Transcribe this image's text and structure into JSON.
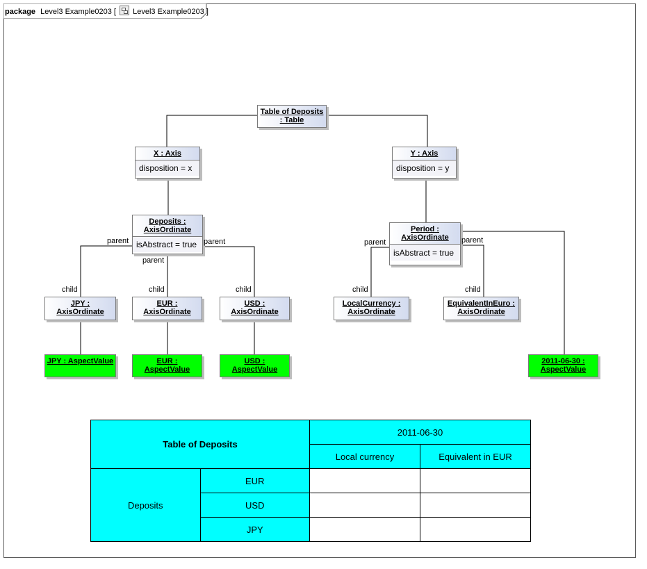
{
  "package": {
    "keyword": "package",
    "name": "Level3 Example0203",
    "bracket_open": "[",
    "diagram_name": "Level3 Example0203",
    "bracket_close": "]"
  },
  "nodes": {
    "table": {
      "title": "Table of Deposits : Table"
    },
    "x_axis": {
      "title": "X : Axis",
      "attr": "disposition = x"
    },
    "y_axis": {
      "title": "Y : Axis",
      "attr": "disposition = y"
    },
    "deposits": {
      "title": "Deposits : AxisOrdinate",
      "attr": "isAbstract = true"
    },
    "period": {
      "title": "Period : AxisOrdinate",
      "attr": "isAbstract = true"
    },
    "jpy": {
      "title": "JPY : AxisOrdinate"
    },
    "eur": {
      "title": "EUR : AxisOrdinate"
    },
    "usd": {
      "title": "USD : AxisOrdinate"
    },
    "local_currency": {
      "title": "LocalCurrency : AxisOrdinate"
    },
    "equivalent_in_euro": {
      "title": "EquivalentInEuro : AxisOrdinate"
    },
    "jpy_value": {
      "title": "JPY : AspectValue"
    },
    "eur_value": {
      "title": "EUR : AspectValue"
    },
    "usd_value": {
      "title": "USD : AspectValue"
    },
    "date_value": {
      "title": "2011-06-30 : AspectValue"
    }
  },
  "edge_labels": {
    "deposits_parent_left": "parent",
    "deposits_parent_mid": "parent",
    "deposits_parent_right": "parent",
    "jpy_child": "child",
    "eur_child": "child",
    "usd_child": "child",
    "period_parent_left": "parent",
    "period_parent_right": "parent",
    "local_child": "child",
    "equiv_child": "child"
  },
  "colors": {
    "node_gradient": "#d3dbef",
    "aspect_value_fill": "#00ff00",
    "table_header_fill": "#00ffff"
  },
  "table": {
    "title": "Table of Deposits",
    "date_header": "2011-06-30",
    "col_local": "Local currency",
    "col_equiv": "Equivalent in EUR",
    "row_group": "Deposits",
    "rows": [
      "EUR",
      "USD",
      "JPY"
    ]
  }
}
